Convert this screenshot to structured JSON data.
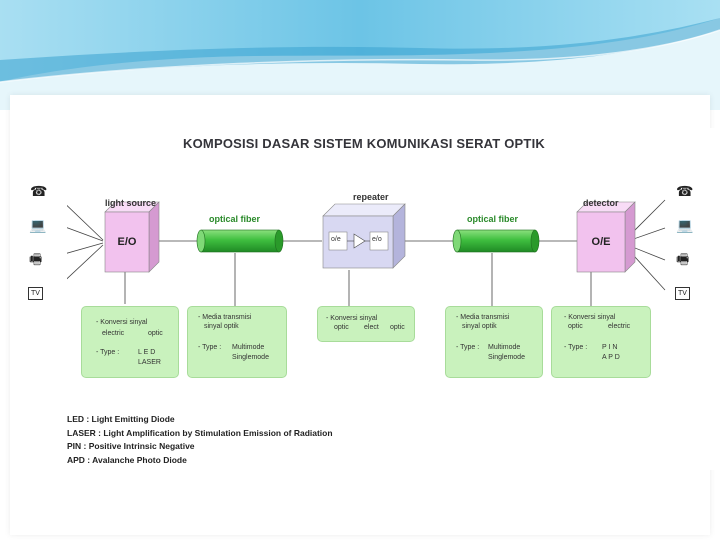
{
  "diagram": {
    "title": "KOMPOSISI DASAR SISTEM KOMUNIKASI SERAT OPTIK",
    "labels": {
      "light_source": "light source",
      "repeater": "repeater",
      "detector": "detector",
      "optical_fiber_left": "optical fiber",
      "optical_fiber_right": "optical fiber"
    },
    "boxes": {
      "eo": "E/O",
      "oe": "O/E",
      "repeater_in": "o/e",
      "repeater_out": "e/o"
    },
    "descriptions": {
      "light_source": {
        "line1": "- Konversi sinyal",
        "line2a": "electric",
        "line2b": "optic",
        "line3a": "- Type  :",
        "line3b": "L E D",
        "line4": "LASER"
      },
      "fiber_left": {
        "line1": "- Media transmisi",
        "line2": "sinyal optik",
        "line3a": "- Type  :",
        "line3b": "Multimode",
        "line4": "Singlemode"
      },
      "repeater": {
        "line1": "- Konversi sinyal",
        "line2a": "optic",
        "line2b": "elect",
        "line2c": "optic"
      },
      "fiber_right": {
        "line1": "- Media transmisi",
        "line2": "sinyal optik",
        "line3a": "- Type  :",
        "line3b": "Multimode",
        "line4": "Singlemode"
      },
      "detector": {
        "line1": "- Konversi sinyal",
        "line2a": "optic",
        "line2b": "electric",
        "line3a": "- Type  :",
        "line3b": "P I N",
        "line4": "A P D"
      }
    },
    "legend": [
      "LED :  Light Emitting Diode",
      "LASER :  Light Amplification by Stimulation Emission of Radiation",
      "PIN :  Positive Intrinsic Negative",
      "APD :  Avalanche Photo Diode"
    ],
    "terminals": {
      "tv": "TV"
    },
    "colors": {
      "box_pink": "#f2c2ee",
      "box_lavender": "#d8d8f2",
      "fiber_green": "#3fbf3f",
      "desc_green": "#c9f2bd",
      "band_blue": "#5bb6dd"
    }
  }
}
